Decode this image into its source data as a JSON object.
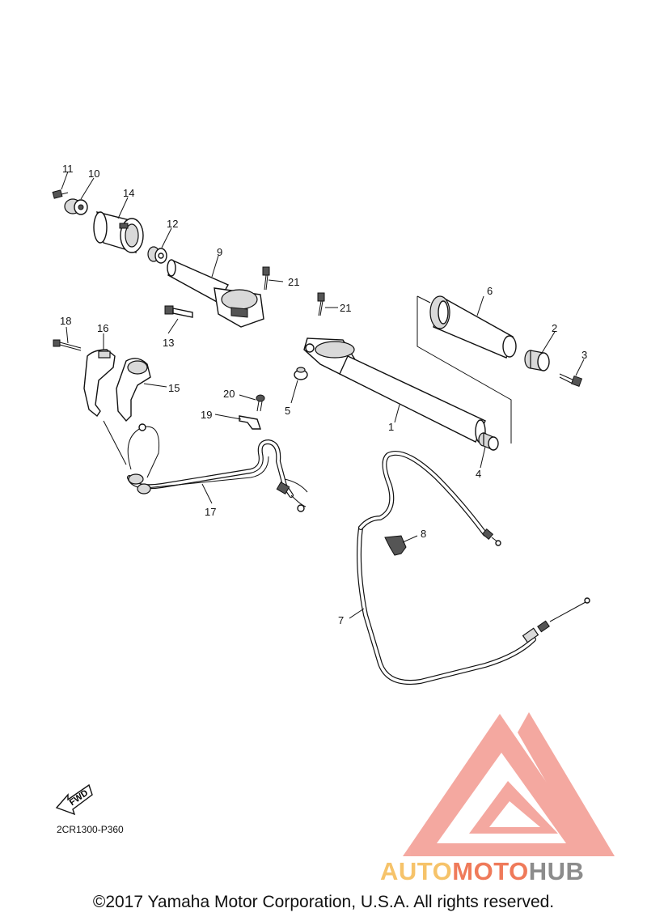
{
  "colors": {
    "line": "#111111",
    "watermark_peach": "#f6c36a",
    "watermark_coral": "#ef7a5a",
    "watermark_gray": "#8c8c8c",
    "watermark_logo": "#f39a90"
  },
  "callouts": [
    "1",
    "2",
    "3",
    "4",
    "5",
    "6",
    "7",
    "8",
    "9",
    "10",
    "11",
    "12",
    "13",
    "14",
    "15",
    "16",
    "17",
    "18",
    "19",
    "20",
    "21",
    "21"
  ],
  "fwd_label": "FWD",
  "diagram_code": "2CR1300-P360",
  "watermark": {
    "part1": "AUTO",
    "part2": "MOTO",
    "part3": "HUB"
  },
  "copyright": "©2017 Yamaha Motor Corporation, U.S.A. All rights reserved."
}
